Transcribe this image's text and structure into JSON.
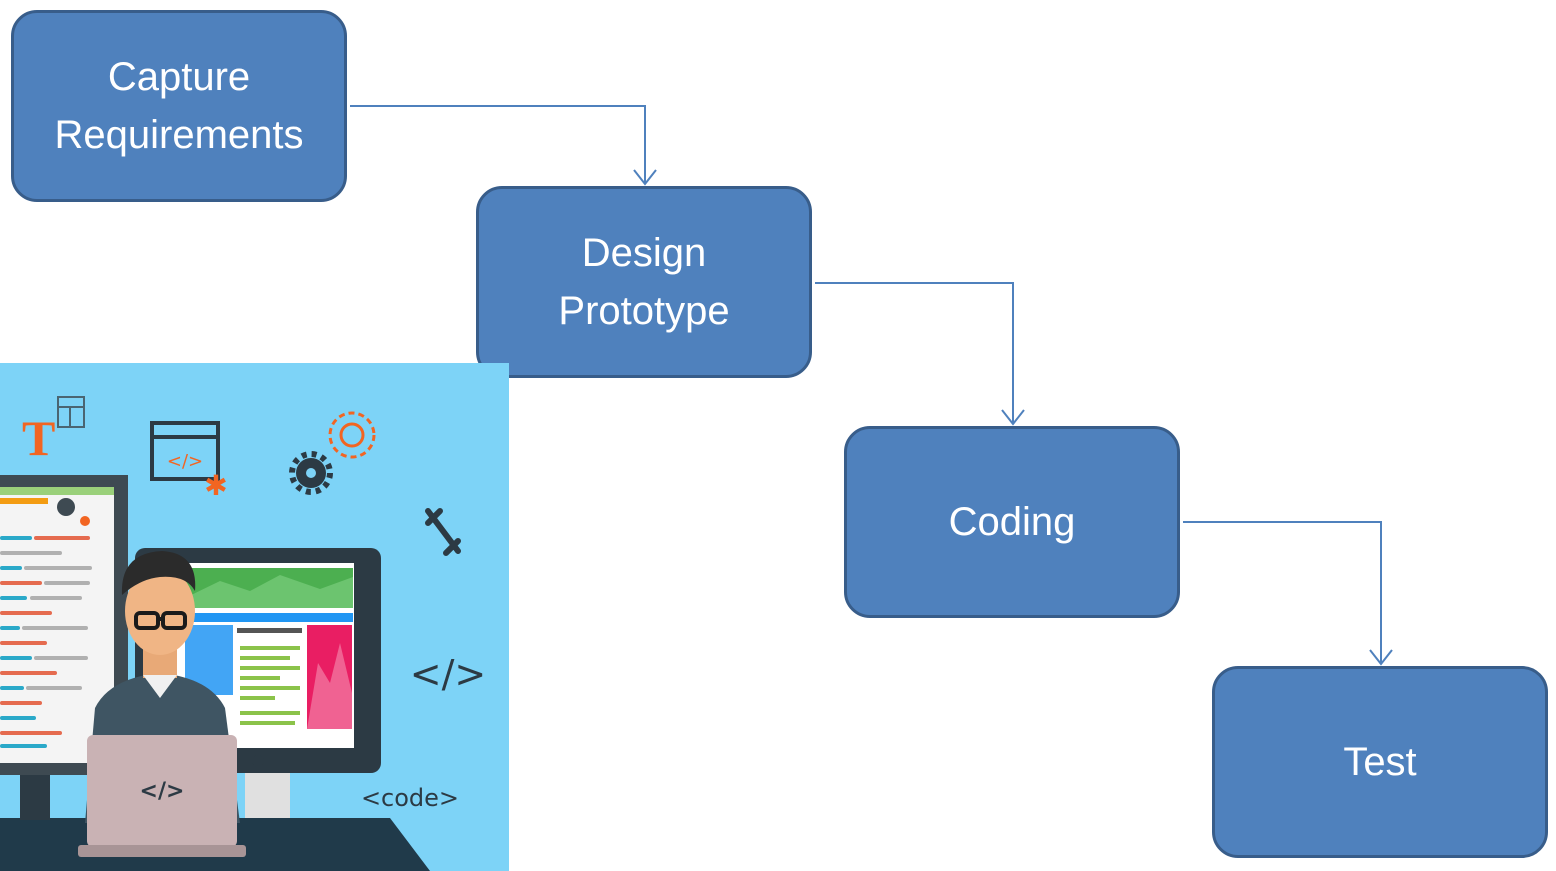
{
  "steps": [
    {
      "label": "Capture\nRequirements"
    },
    {
      "label": "Design\nPrototype"
    },
    {
      "label": "Coding"
    },
    {
      "label": "Test"
    }
  ],
  "illustration": {
    "code_symbol": "</>",
    "laptop_symbol": "</>",
    "code_tag": "<code>",
    "text_icon": "T",
    "icons": [
      "text-tool-icon",
      "code-window-icon",
      "gear-icon",
      "link-icon",
      "monitor-icon",
      "laptop-icon"
    ]
  },
  "colors": {
    "box_fill": "#4f81bd",
    "box_border": "#385d8a",
    "connector": "#4f81bd",
    "illustration_bg": "#7dd3f7",
    "accent_orange": "#f26522"
  }
}
